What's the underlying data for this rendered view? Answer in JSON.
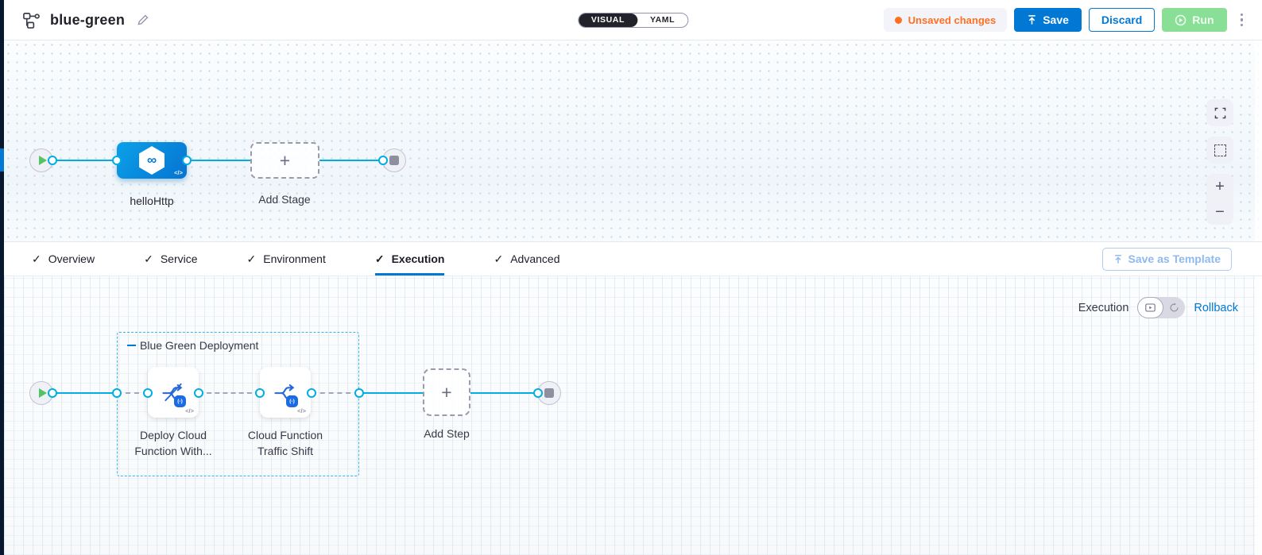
{
  "header": {
    "title": "blue-green",
    "view_toggle": {
      "visual_label": "VISUAL",
      "yaml_label": "YAML"
    },
    "unsaved_changes_label": "Unsaved changes",
    "save_label": "Save",
    "discard_label": "Discard",
    "run_label": "Run"
  },
  "stage_canvas": {
    "stage_name": "helloHttp",
    "add_stage_label": "Add Stage"
  },
  "tabs": {
    "items": [
      {
        "label": "Overview"
      },
      {
        "label": "Service"
      },
      {
        "label": "Environment"
      },
      {
        "label": "Execution"
      },
      {
        "label": "Advanced"
      }
    ],
    "active_tab": "Execution",
    "save_as_template_label": "Save as Template"
  },
  "execution_canvas": {
    "mode_label": "Execution",
    "rollback_label": "Rollback",
    "group_label": "Blue Green Deployment",
    "steps": [
      {
        "lines": [
          "Deploy Cloud",
          "Function With..."
        ]
      },
      {
        "lines": [
          "Cloud Function",
          "Traffic Shift"
        ]
      }
    ],
    "add_step_label": "Add Step"
  },
  "icons": {
    "check_glyph": "✓",
    "plus_glyph": "+",
    "minus_glyph": "−",
    "code_glyph": "</>",
    "fn_badge_glyph": "(-)",
    "infinity_glyph": "∞"
  },
  "colors": {
    "primary_blue": "#0278d5",
    "line_cyan": "#00ade4",
    "accent_orange": "#ff7020",
    "run_green": "#8adf96",
    "dark_nav": "#07182e"
  }
}
